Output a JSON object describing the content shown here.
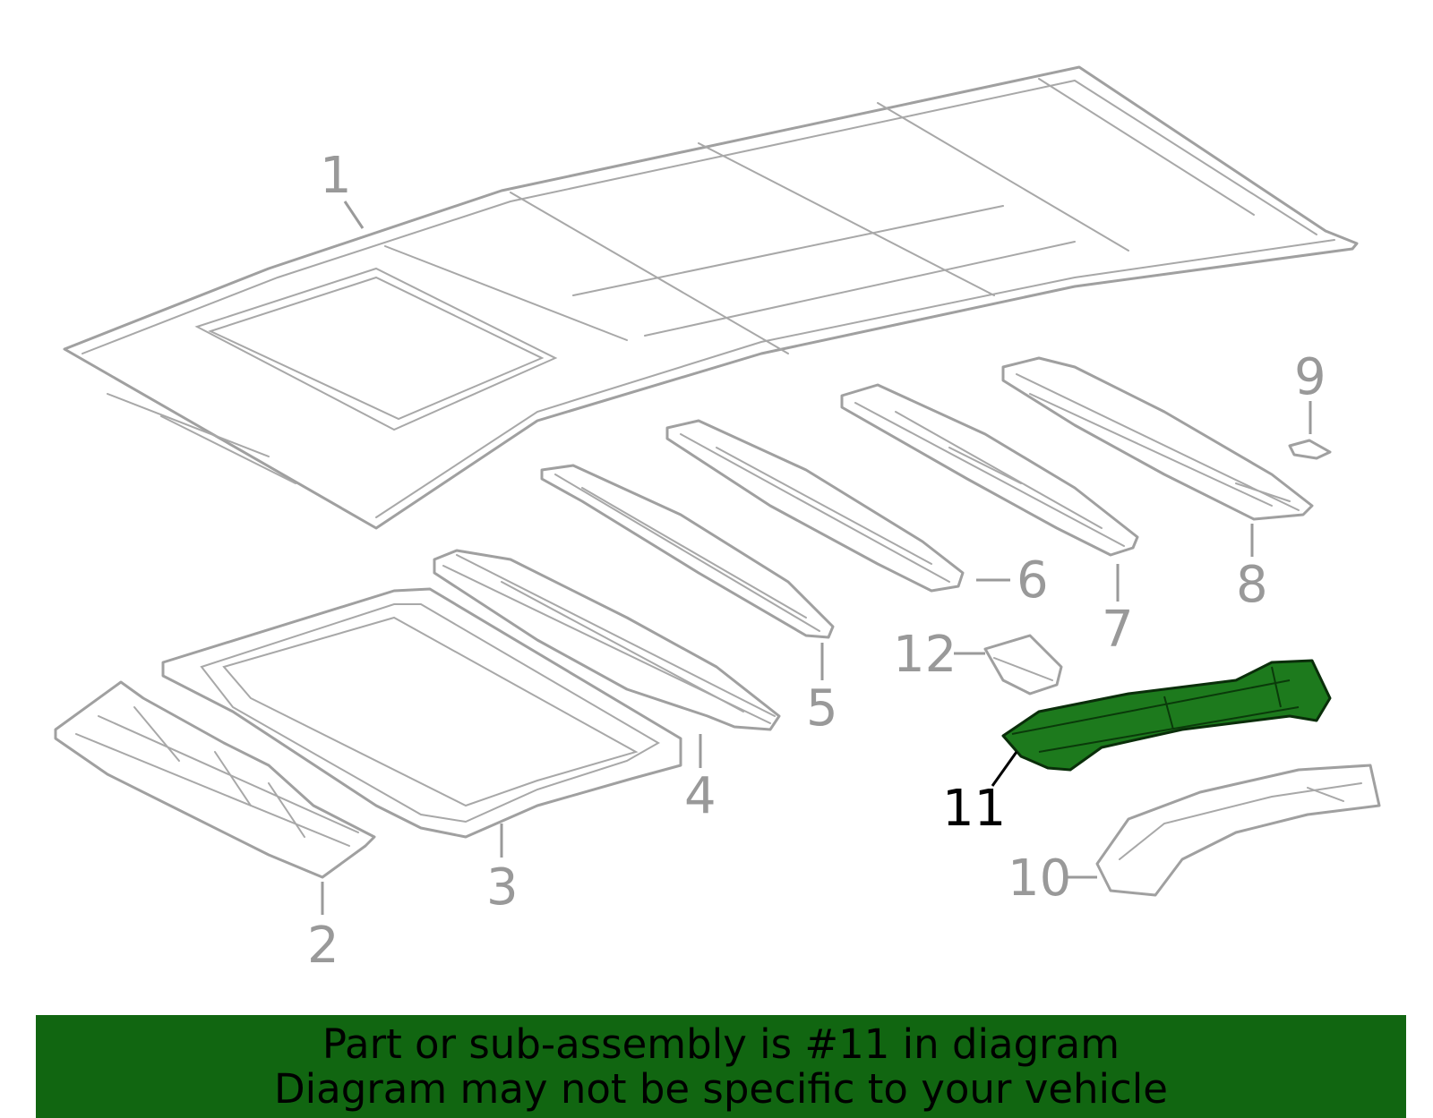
{
  "callouts": {
    "c1": "1",
    "c2": "2",
    "c3": "3",
    "c4": "4",
    "c5": "5",
    "c6": "6",
    "c7": "7",
    "c8": "8",
    "c9": "9",
    "c10": "10",
    "c11": "11",
    "c12": "12"
  },
  "highlighted_part": "11",
  "colors": {
    "part_stroke": "#a0a0a0",
    "highlight_fill": "#1d7a1d",
    "banner_bg": "#116611"
  },
  "banner": {
    "line1": "Part or sub-assembly is #11 in diagram",
    "line2": "Diagram may not be specific to your vehicle"
  }
}
